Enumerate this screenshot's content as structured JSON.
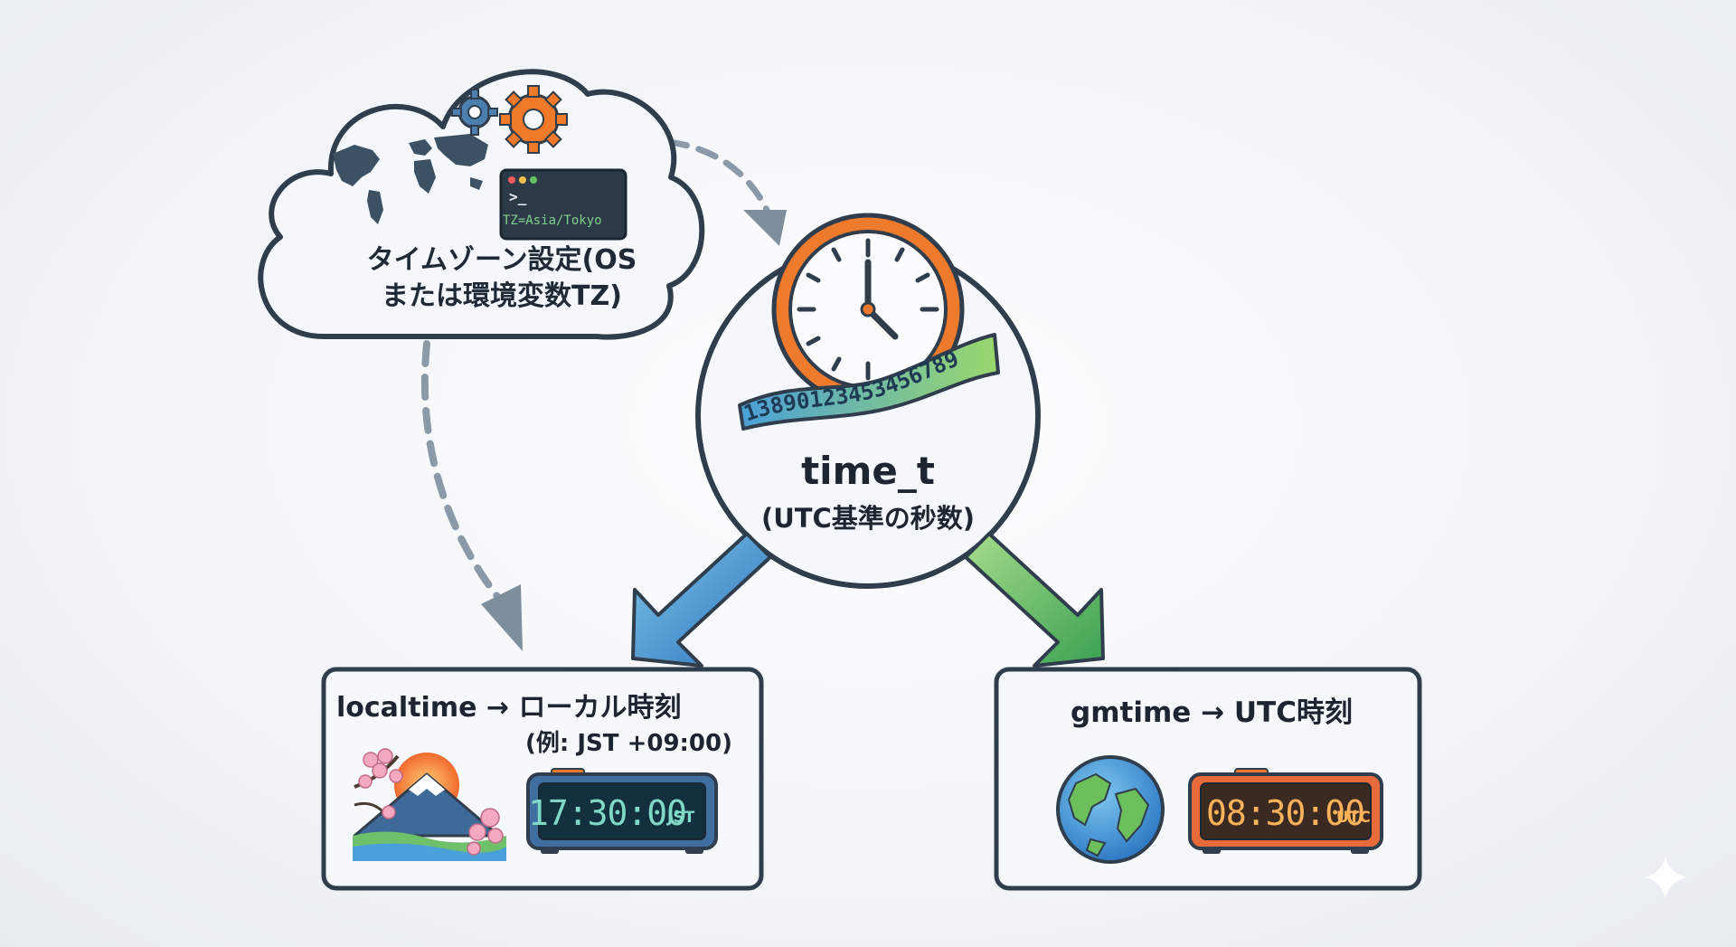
{
  "cloud": {
    "title_line1": "タイムゾーン設定(OS",
    "title_line2": "または環境変数TZ)",
    "terminal_prompt": ">_",
    "terminal_text": "TZ=Asia/Tokyo"
  },
  "center": {
    "title": "time_t",
    "subtitle": "(UTC基準の秒数)",
    "ribbon_digits": "13890123453456789"
  },
  "local_box": {
    "title": "localtime → ローカル時刻",
    "subtitle": "(例: JST +09:00)",
    "clock_time": "17:30:00",
    "clock_zone": "JST"
  },
  "gm_box": {
    "title": "gmtime → UTC時刻",
    "clock_time": "08:30:00",
    "clock_zone": "UTC"
  },
  "colors": {
    "outline": "#2f3d4c",
    "box_fill": "#f6f9fc",
    "dashed_arrow": "#8a9aa8",
    "blue_arrow": "#3a86c8",
    "green_arrow": "#4cae5a",
    "gear_orange": "#f07a2a",
    "gear_blue": "#4a7fb0",
    "clock_orange": "#ee7a2c",
    "ribbon_green": "#8cd36a",
    "ribbon_blue": "#4aa0d8"
  },
  "icons": [
    "gear-icon",
    "world-map-icon",
    "terminal-icon",
    "clock-icon",
    "mount-fuji-icon",
    "sakura-icon",
    "globe-icon",
    "digital-clock-icon",
    "sparkle-icon"
  ]
}
